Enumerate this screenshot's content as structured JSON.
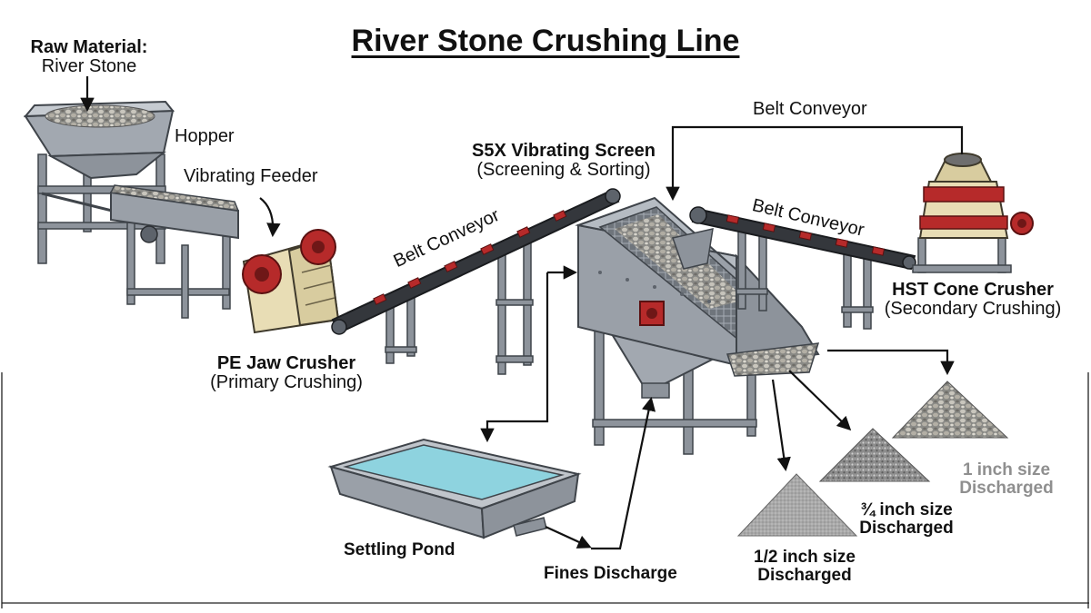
{
  "title": "River Stone Crushing Line",
  "labels": {
    "raw_material": "Raw Material:",
    "river_stone": "River Stone",
    "hopper": "Hopper",
    "vibrating_feeder": "Vibrating Feeder",
    "jaw_crusher": "PE Jaw Crusher",
    "jaw_crusher_role": "(Primary Crushing)",
    "belt_conveyor_1": "Belt Conveyor",
    "vibrating_screen": "S5X Vibrating Screen",
    "vibrating_screen_role": "(Screening & Sorting)",
    "belt_conveyor_top": "Belt Conveyor",
    "belt_conveyor_2": "Belt Conveyor",
    "cone_crusher": "HST Cone Crusher",
    "cone_crusher_role": "(Secondary Crushing)",
    "settling_pond": "Settling Pond",
    "fines_discharge": "Fines Discharge",
    "half_inch": "1/2 inch size",
    "half_inch_status": "Discharged",
    "three_quarter_inch": "¾ inch size",
    "three_quarter_inch_status": "Discharged",
    "one_inch": "1 inch size",
    "one_inch_status": "Discharged"
  },
  "colors": {
    "steel": "#8d939b",
    "steel_dark": "#5d636b",
    "crusher_body": "#e8ddb5",
    "crusher_red": "#b62a2a",
    "belt_dark": "#34373c",
    "pond_water": "#8ed3df",
    "gravel": "#9a9a9a",
    "flow_arrow": "#111111"
  }
}
